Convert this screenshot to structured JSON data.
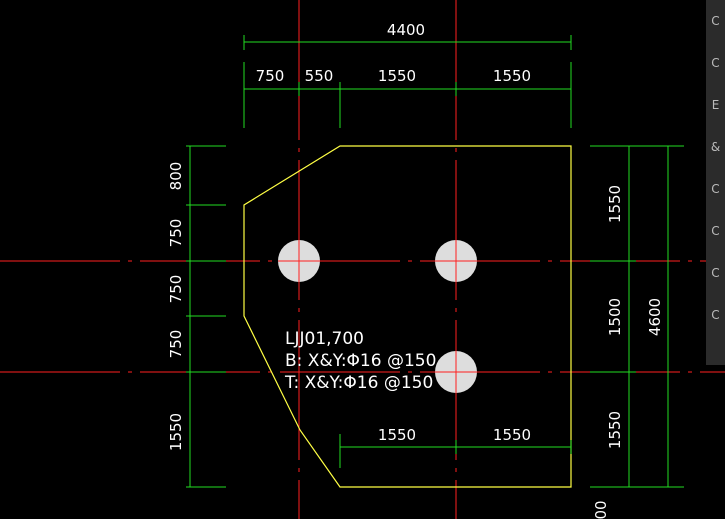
{
  "colors": {
    "background": "#000000",
    "grid_axis": "#ff2020",
    "dimension": "#22dd22",
    "outline": "#ffff44",
    "pile": "#dddddd",
    "text": "#ffffff"
  },
  "dimensions": {
    "top_total": "4400",
    "top_segments": [
      "750",
      "550",
      "1550",
      "1550"
    ],
    "left_segments": [
      "800",
      "750",
      "750",
      "750",
      "1550"
    ],
    "right_segments": [
      "1550",
      "1500",
      "1550"
    ],
    "right_total": "4600",
    "bottom_segments": [
      "1550",
      "1550"
    ],
    "bottom_right_partial": "00"
  },
  "annotation": {
    "line1": "LJJ01,700",
    "line2": "B:  X&Y:Φ16 @150",
    "line3": "T:  X&Y:Φ16 @150"
  },
  "side_panel": {
    "labels": [
      "C",
      "C",
      "E",
      "&",
      "C",
      "C",
      "C",
      "C"
    ]
  }
}
